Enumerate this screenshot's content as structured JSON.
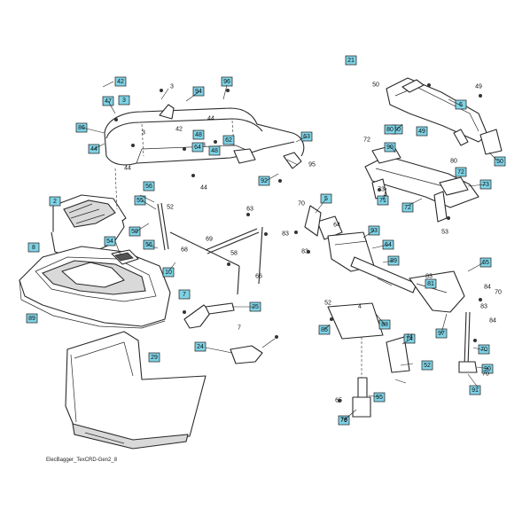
{
  "caption": "ElecBagger_TexCRD-Gen2_8",
  "callouts_boxed": [
    "42",
    "47",
    "3",
    "94",
    "96",
    "86",
    "44",
    "56",
    "2",
    "8",
    "55",
    "54",
    "59",
    "56",
    "24",
    "10",
    "7",
    "25",
    "89",
    "29",
    "21",
    "60",
    "48",
    "62",
    "64",
    "48",
    "63",
    "92",
    "89",
    "93",
    "88",
    "81",
    "97",
    "74",
    "52",
    "85",
    "64",
    "79",
    "55",
    "70",
    "90",
    "91",
    "50",
    "6",
    "49",
    "80",
    "72",
    "73",
    "71",
    "72",
    "65",
    "90",
    "5"
  ],
  "callouts_plain": [
    "3",
    "44",
    "42",
    "3",
    "44",
    "3",
    "44",
    "95",
    "52",
    "69",
    "58",
    "63",
    "68",
    "66",
    "4",
    "70",
    "83",
    "64",
    "83",
    "84",
    "70",
    "74",
    "83",
    "84",
    "52",
    "7",
    "65",
    "78",
    "50",
    "49",
    "72",
    "73",
    "80",
    "53",
    "83",
    "70"
  ]
}
